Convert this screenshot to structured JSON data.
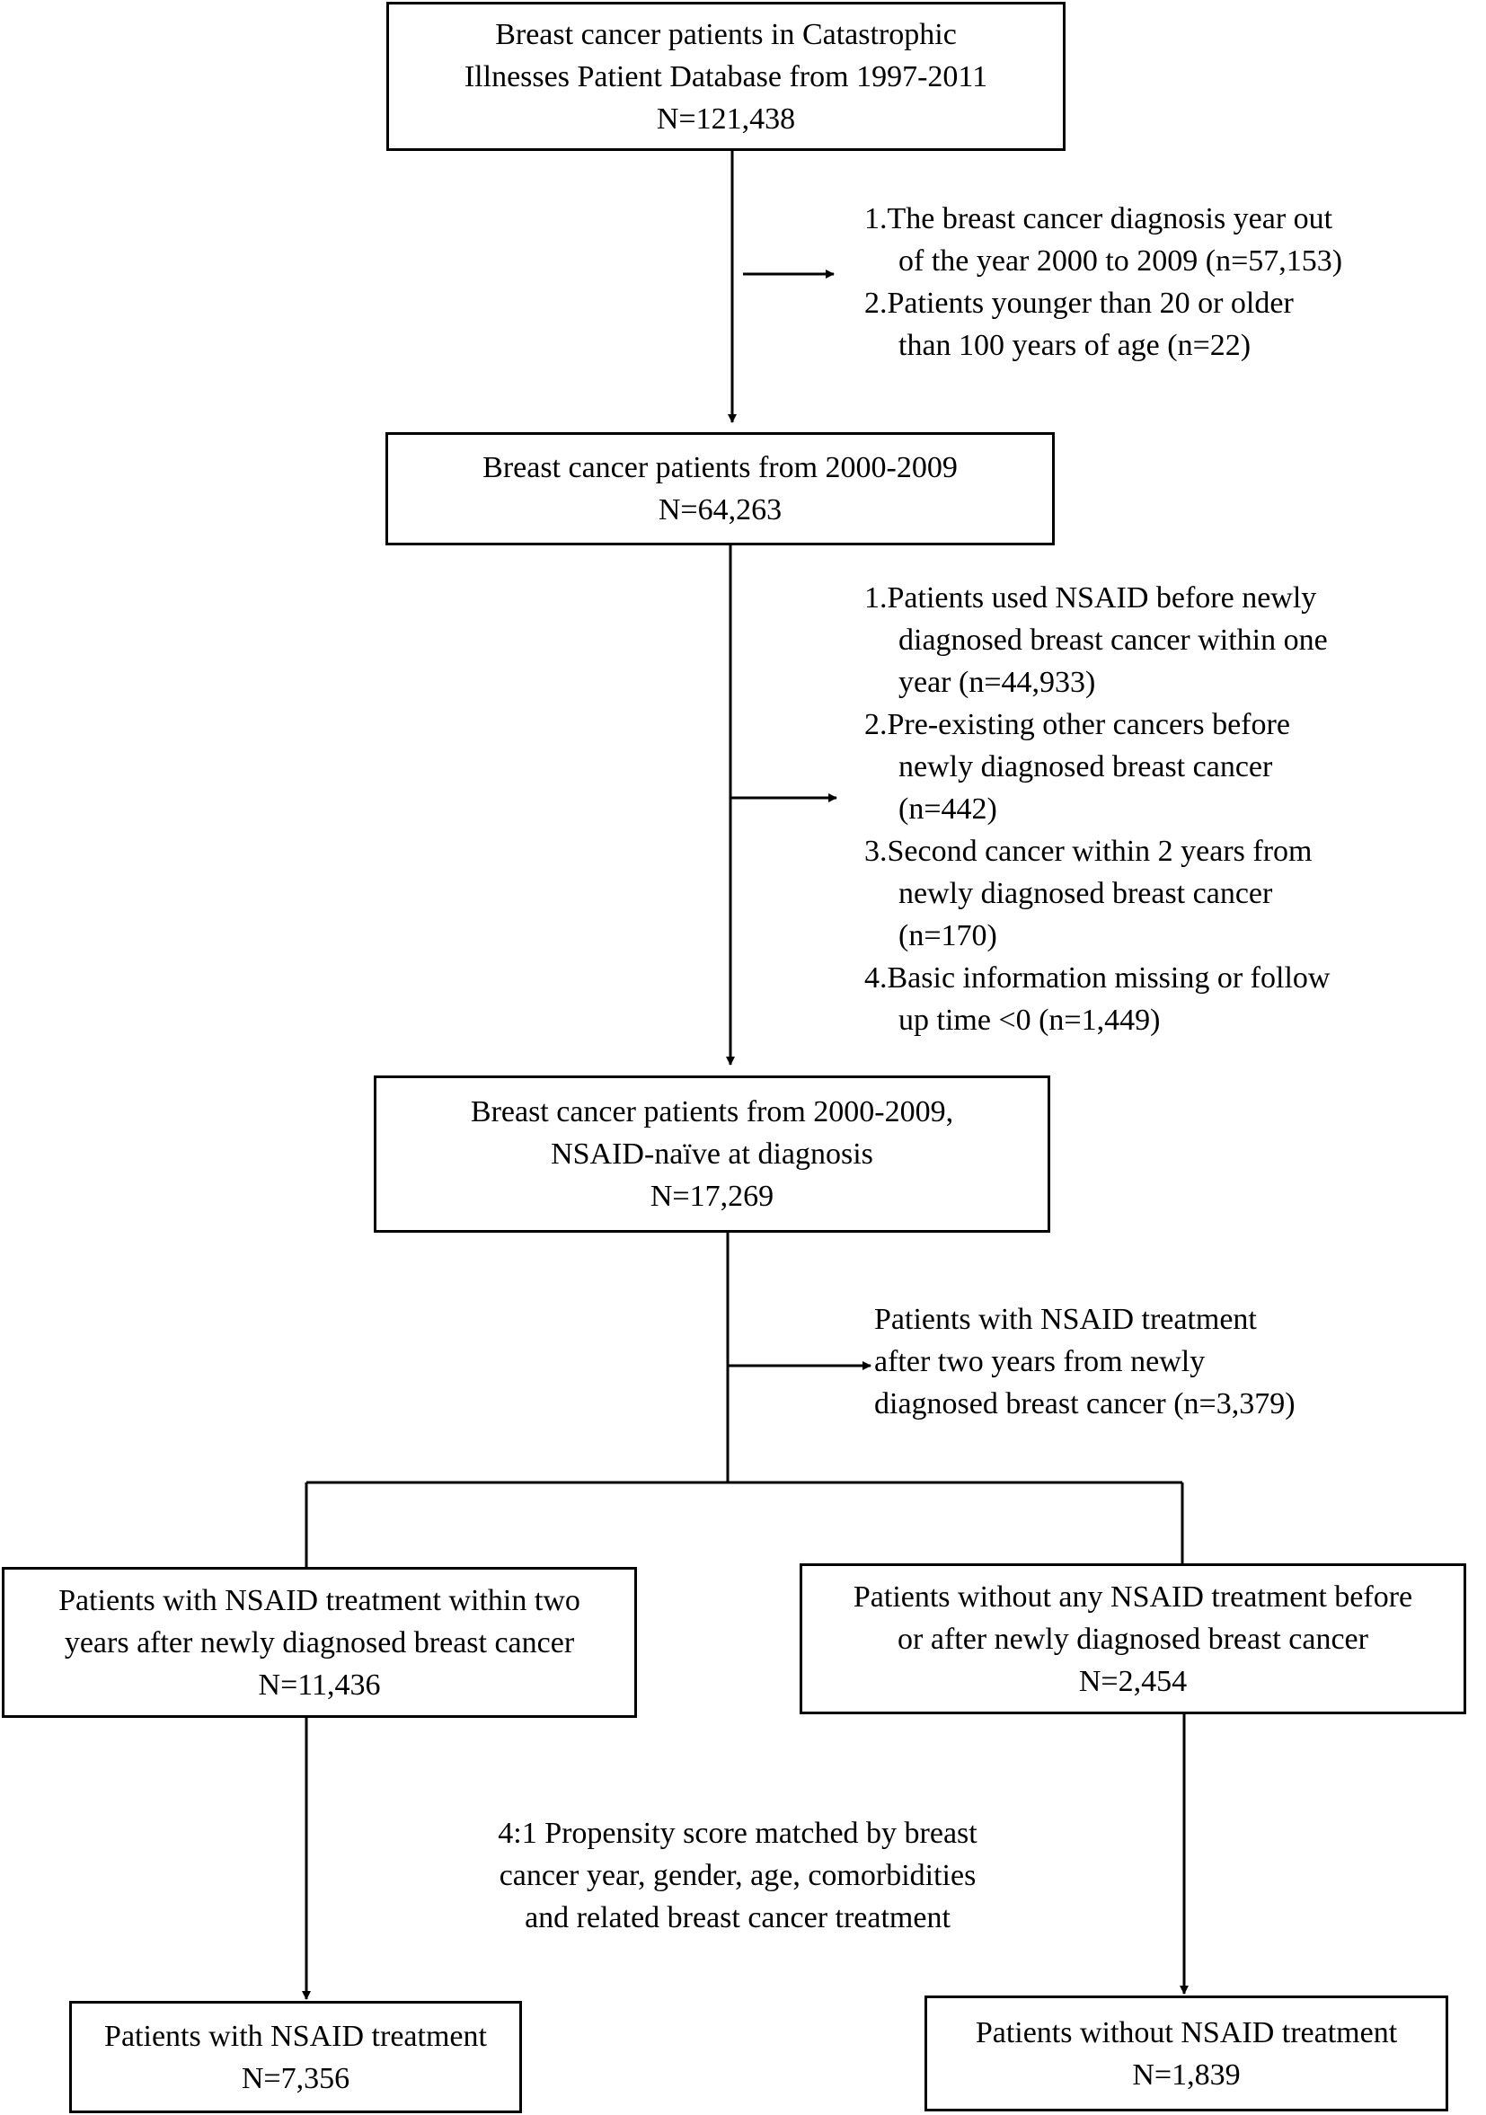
{
  "boxes": {
    "database": {
      "line1": "Breast cancer patients in Catastrophic",
      "line2": "Illnesses Patient Database from 1997-2011",
      "count": "N=121,438"
    },
    "period": {
      "line1": "Breast cancer patients from 2000-2009",
      "count": "N=64,263"
    },
    "naive": {
      "line1": "Breast cancer patients from 2000-2009,",
      "line2": "NSAID-naïve at diagnosis",
      "count": "N=17,269"
    },
    "nsaid_within_two_years": {
      "line1": "Patients with NSAID treatment within two",
      "line2": "years after newly diagnosed breast cancer",
      "count": "N=11,436"
    },
    "no_nsaid": {
      "line1": "Patients without any NSAID treatment before",
      "line2": "or after newly diagnosed breast cancer",
      "count": "N=2,454"
    },
    "matched_nsaid": {
      "line1": "Patients with NSAID treatment",
      "count": "N=7,356"
    },
    "matched_no_nsaid": {
      "line1": "Patients without NSAID treatment",
      "count": "N=1,839"
    }
  },
  "exclusions": {
    "first": [
      {
        "line1": "1.The breast cancer diagnosis year out",
        "line2": "of the year 2000 to 2009 (n=57,153)"
      },
      {
        "line1": "2.Patients younger than 20 or older",
        "line2": "than 100 years of age (n=22)"
      }
    ],
    "second": [
      {
        "line1": "1.Patients used NSAID before newly",
        "line2": "diagnosed breast cancer within one",
        "line3": "year (n=44,933)"
      },
      {
        "line1": "2.Pre-existing other cancers before",
        "line2": "newly diagnosed breast cancer",
        "line3": "(n=442)"
      },
      {
        "line1": "3.Second cancer within 2 years from",
        "line2": "newly diagnosed breast cancer",
        "line3": "(n=170)"
      },
      {
        "line1": "4.Basic information missing or follow",
        "line2": "up time <0 (n=1,449)"
      }
    ],
    "third": {
      "line1": "Patients with NSAID treatment",
      "line2": "after two years from newly",
      "line3": "diagnosed breast cancer (n=3,379)"
    }
  },
  "matching": {
    "line1": "4:1 Propensity score matched by breast",
    "line2": "cancer year, gender, age, comorbidities",
    "line3": "and related breast cancer treatment"
  },
  "colors": {
    "stroke": "#000000",
    "background": "#ffffff"
  }
}
